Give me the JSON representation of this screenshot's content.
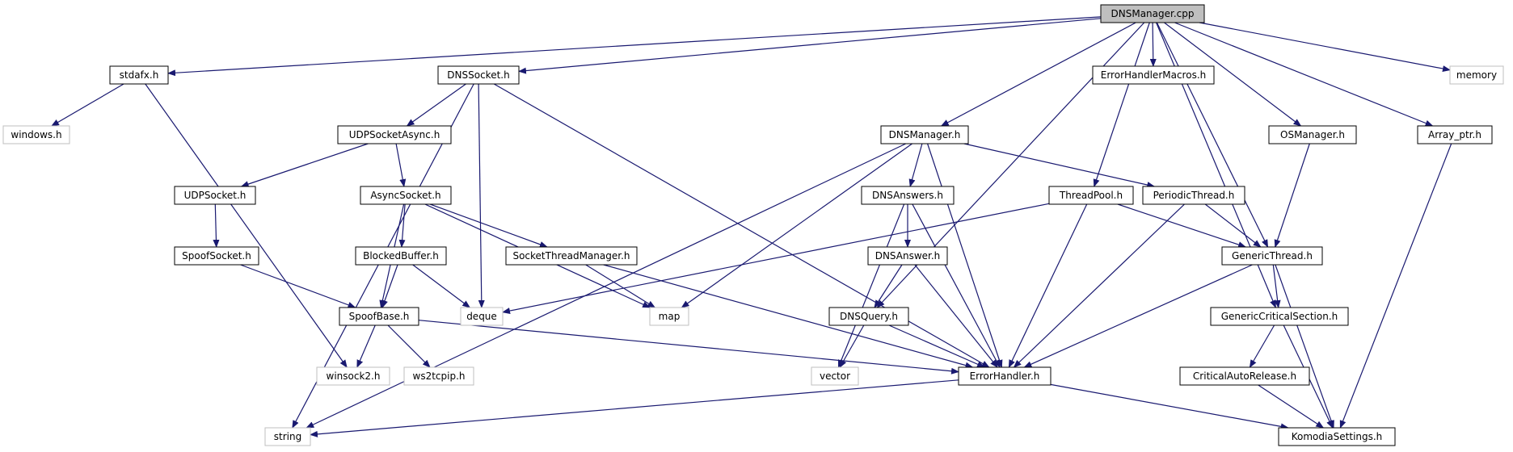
{
  "title": "DNSManager.cpp",
  "colors": {
    "edge": "#191970",
    "node_border": "#000000",
    "external_border": "#bfbfbf",
    "root_fill": "#bfbfbf"
  },
  "nodes": [
    {
      "id": "DNSManager_cpp",
      "label": "DNSManager.cpp",
      "kind": "root"
    },
    {
      "id": "stdafx_h",
      "label": "stdafx.h",
      "kind": "file"
    },
    {
      "id": "DNSSocket_h",
      "label": "DNSSocket.h",
      "kind": "file"
    },
    {
      "id": "ErrorHandlerMacros_h",
      "label": "ErrorHandlerMacros.h",
      "kind": "file"
    },
    {
      "id": "memory",
      "label": "memory",
      "kind": "external"
    },
    {
      "id": "windows_h",
      "label": "windows.h",
      "kind": "external"
    },
    {
      "id": "UDPSocketAsync_h",
      "label": "UDPSocketAsync.h",
      "kind": "file"
    },
    {
      "id": "DNSManager_h",
      "label": "DNSManager.h",
      "kind": "file"
    },
    {
      "id": "OSManager_h",
      "label": "OSManager.h",
      "kind": "file"
    },
    {
      "id": "Array_ptr_h",
      "label": "Array_ptr.h",
      "kind": "file"
    },
    {
      "id": "UDPSocket_h",
      "label": "UDPSocket.h",
      "kind": "file"
    },
    {
      "id": "AsyncSocket_h",
      "label": "AsyncSocket.h",
      "kind": "file"
    },
    {
      "id": "DNSAnswers_h",
      "label": "DNSAnswers.h",
      "kind": "file"
    },
    {
      "id": "ThreadPool_h",
      "label": "ThreadPool.h",
      "kind": "file"
    },
    {
      "id": "PeriodicThread_h",
      "label": "PeriodicThread.h",
      "kind": "file"
    },
    {
      "id": "SpoofSocket_h",
      "label": "SpoofSocket.h",
      "kind": "file"
    },
    {
      "id": "BlockedBuffer_h",
      "label": "BlockedBuffer.h",
      "kind": "file"
    },
    {
      "id": "SocketThreadManager_h",
      "label": "SocketThreadManager.h",
      "kind": "file"
    },
    {
      "id": "DNSAnswer_h",
      "label": "DNSAnswer.h",
      "kind": "file"
    },
    {
      "id": "GenericThread_h",
      "label": "GenericThread.h",
      "kind": "file"
    },
    {
      "id": "SpoofBase_h",
      "label": "SpoofBase.h",
      "kind": "file"
    },
    {
      "id": "deque",
      "label": "deque",
      "kind": "external"
    },
    {
      "id": "map",
      "label": "map",
      "kind": "external"
    },
    {
      "id": "DNSQuery_h",
      "label": "DNSQuery.h",
      "kind": "file"
    },
    {
      "id": "GenericCriticalSection_h",
      "label": "GenericCriticalSection.h",
      "kind": "file"
    },
    {
      "id": "winsock2_h",
      "label": "winsock2.h",
      "kind": "external"
    },
    {
      "id": "ws2tcpip_h",
      "label": "ws2tcpip.h",
      "kind": "external"
    },
    {
      "id": "vector",
      "label": "vector",
      "kind": "external"
    },
    {
      "id": "ErrorHandler_h",
      "label": "ErrorHandler.h",
      "kind": "file"
    },
    {
      "id": "CriticalAutoRelease_h",
      "label": "CriticalAutoRelease.h",
      "kind": "file"
    },
    {
      "id": "string",
      "label": "string",
      "kind": "external"
    },
    {
      "id": "KomodiaSettings_h",
      "label": "KomodiaSettings.h",
      "kind": "file"
    }
  ],
  "edges": [
    [
      "DNSManager_cpp",
      "stdafx_h"
    ],
    [
      "DNSManager_cpp",
      "DNSSocket_h"
    ],
    [
      "DNSManager_cpp",
      "ErrorHandlerMacros_h"
    ],
    [
      "DNSManager_cpp",
      "memory"
    ],
    [
      "DNSManager_cpp",
      "DNSManager_h"
    ],
    [
      "DNSManager_cpp",
      "OSManager_h"
    ],
    [
      "DNSManager_cpp",
      "Array_ptr_h"
    ],
    [
      "DNSManager_cpp",
      "ThreadPool_h"
    ],
    [
      "DNSManager_cpp",
      "GenericThread_h"
    ],
    [
      "DNSManager_cpp",
      "DNSQuery_h"
    ],
    [
      "DNSManager_cpp",
      "GenericCriticalSection_h"
    ],
    [
      "stdafx_h",
      "windows_h"
    ],
    [
      "stdafx_h",
      "winsock2_h"
    ],
    [
      "DNSSocket_h",
      "UDPSocketAsync_h"
    ],
    [
      "DNSSocket_h",
      "deque"
    ],
    [
      "DNSSocket_h",
      "string"
    ],
    [
      "DNSSocket_h",
      "ErrorHandler_h"
    ],
    [
      "UDPSocketAsync_h",
      "UDPSocket_h"
    ],
    [
      "UDPSocketAsync_h",
      "AsyncSocket_h"
    ],
    [
      "UDPSocket_h",
      "SpoofSocket_h"
    ],
    [
      "SpoofSocket_h",
      "SpoofBase_h"
    ],
    [
      "AsyncSocket_h",
      "BlockedBuffer_h"
    ],
    [
      "AsyncSocket_h",
      "SocketThreadManager_h"
    ],
    [
      "AsyncSocket_h",
      "SpoofBase_h"
    ],
    [
      "AsyncSocket_h",
      "map"
    ],
    [
      "BlockedBuffer_h",
      "SpoofBase_h"
    ],
    [
      "BlockedBuffer_h",
      "deque"
    ],
    [
      "SocketThreadManager_h",
      "map"
    ],
    [
      "SocketThreadManager_h",
      "ErrorHandler_h"
    ],
    [
      "SpoofBase_h",
      "winsock2_h"
    ],
    [
      "SpoofBase_h",
      "ws2tcpip_h"
    ],
    [
      "SpoofBase_h",
      "ErrorHandler_h"
    ],
    [
      "DNSManager_h",
      "DNSAnswers_h"
    ],
    [
      "DNSManager_h",
      "PeriodicThread_h"
    ],
    [
      "DNSManager_h",
      "map"
    ],
    [
      "DNSManager_h",
      "string"
    ],
    [
      "DNSManager_h",
      "ErrorHandler_h"
    ],
    [
      "DNSAnswers_h",
      "DNSAnswer_h"
    ],
    [
      "DNSAnswers_h",
      "vector"
    ],
    [
      "DNSAnswers_h",
      "ErrorHandler_h"
    ],
    [
      "DNSAnswer_h",
      "DNSQuery_h"
    ],
    [
      "DNSAnswer_h",
      "ErrorHandler_h"
    ],
    [
      "DNSQuery_h",
      "vector"
    ],
    [
      "DNSQuery_h",
      "ErrorHandler_h"
    ],
    [
      "ThreadPool_h",
      "GenericThread_h"
    ],
    [
      "ThreadPool_h",
      "deque"
    ],
    [
      "ThreadPool_h",
      "ErrorHandler_h"
    ],
    [
      "PeriodicThread_h",
      "GenericThread_h"
    ],
    [
      "PeriodicThread_h",
      "ErrorHandler_h"
    ],
    [
      "OSManager_h",
      "GenericThread_h"
    ],
    [
      "GenericThread_h",
      "GenericCriticalSection_h"
    ],
    [
      "GenericThread_h",
      "ErrorHandler_h"
    ],
    [
      "GenericThread_h",
      "KomodiaSettings_h"
    ],
    [
      "GenericCriticalSection_h",
      "CriticalAutoRelease_h"
    ],
    [
      "GenericCriticalSection_h",
      "KomodiaSettings_h"
    ],
    [
      "CriticalAutoRelease_h",
      "KomodiaSettings_h"
    ],
    [
      "Array_ptr_h",
      "KomodiaSettings_h"
    ],
    [
      "ErrorHandler_h",
      "string"
    ],
    [
      "ErrorHandler_h",
      "KomodiaSettings_h"
    ]
  ]
}
